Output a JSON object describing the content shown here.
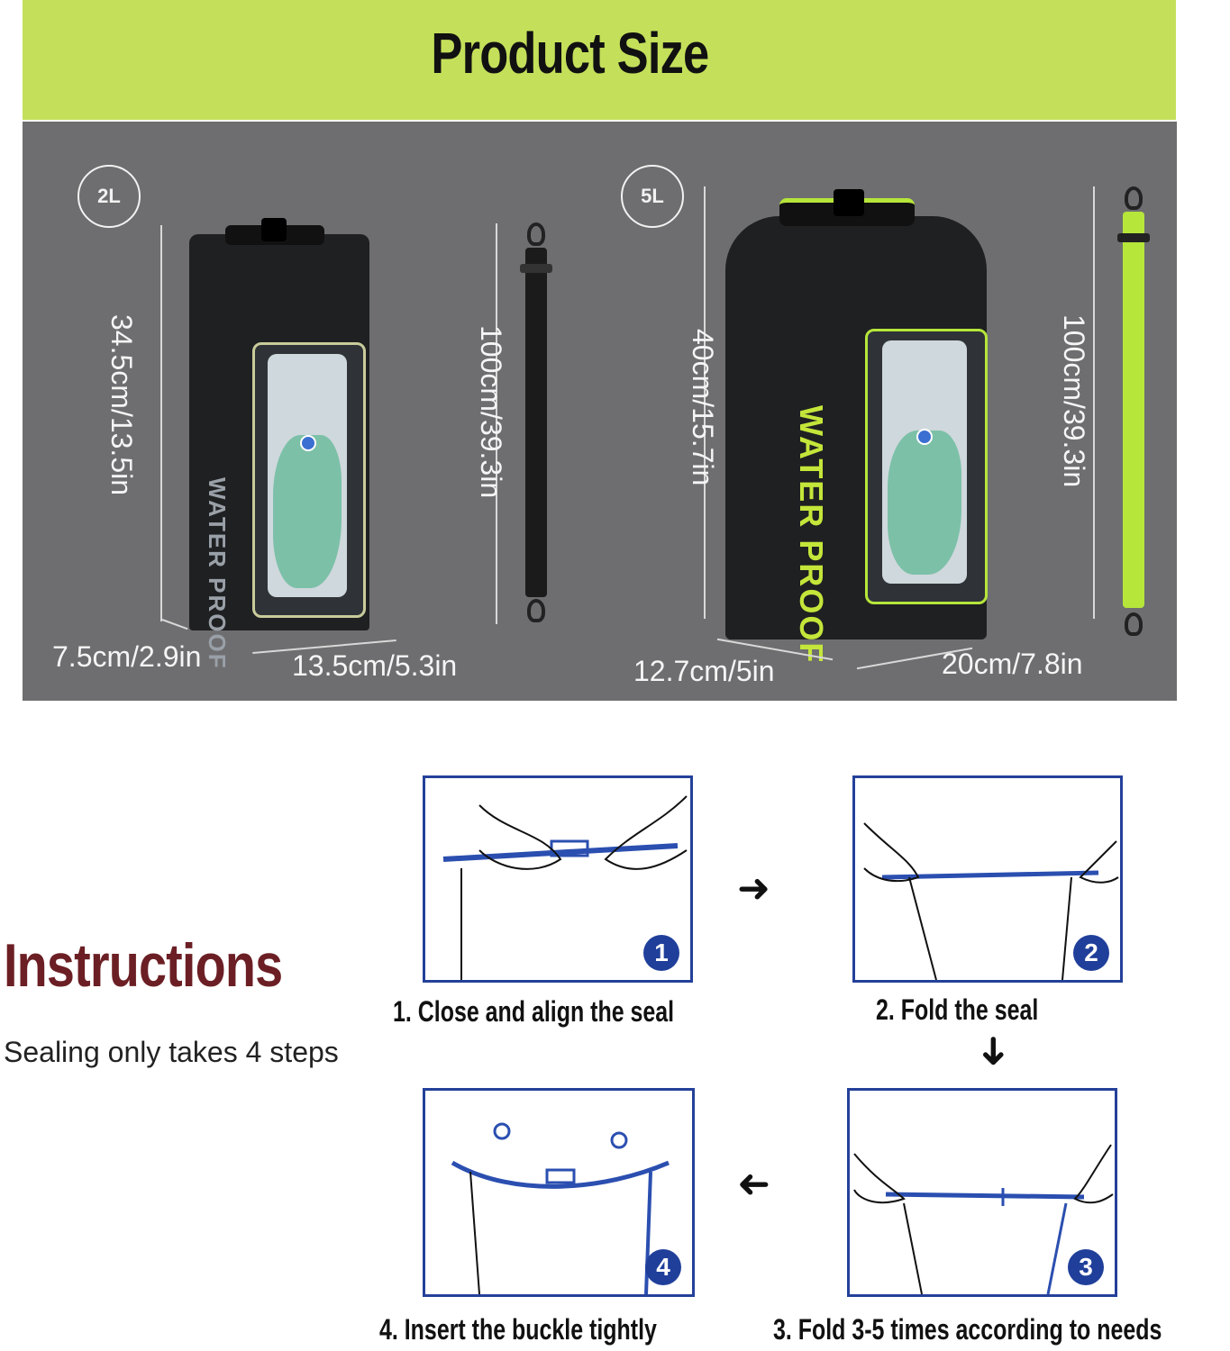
{
  "header": {
    "title": "Product Size"
  },
  "products": [
    {
      "capacity": "2L",
      "height": "34.5cm/13.5in",
      "strap_length": "100cm/39.3in",
      "depth": "7.5cm/2.9in",
      "width": "13.5cm/5.3in",
      "bag_print": "WATER PROOF"
    },
    {
      "capacity": "5L",
      "height": "40cm/15.7in",
      "strap_length": "100cm/39.3in",
      "depth": "12.7cm/5in",
      "width": "20cm/7.8in",
      "bag_print": "WATER PROOF"
    }
  ],
  "instructions": {
    "title": "Instructions",
    "subtitle": "Sealing only takes 4 steps",
    "steps": [
      {
        "number": "1",
        "caption": "1. Close and align the seal"
      },
      {
        "number": "2",
        "caption": "2. Fold the seal"
      },
      {
        "number": "3",
        "caption": "3. Fold 3-5 times according to needs"
      },
      {
        "number": "4",
        "caption": "4. Insert the buckle tightly"
      }
    ]
  },
  "colors": {
    "header_band": "#c4e05a",
    "panel_bg": "#6e6e70",
    "accent_green": "#b6e63a",
    "instructions_title": "#6b1f24",
    "step_frame": "#24409a"
  }
}
